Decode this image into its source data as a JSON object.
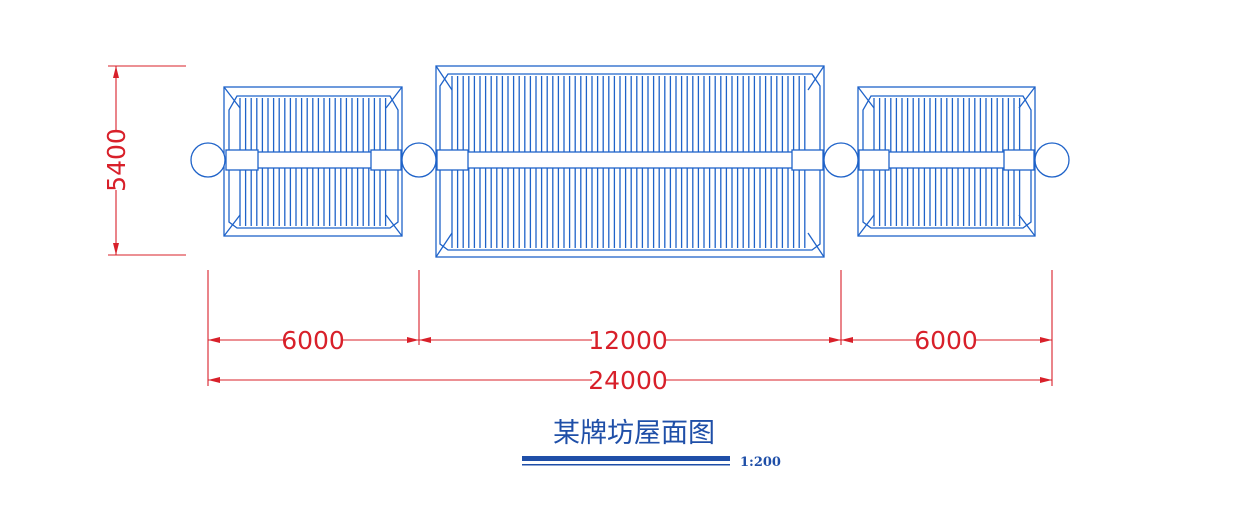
{
  "drawing": {
    "title": "某牌坊屋面图",
    "scale": "1:200",
    "colors": {
      "outline": "#1f63c9",
      "dimension": "#d8202a",
      "title": "#1f4fa8"
    }
  },
  "dimensions": {
    "height": "5400",
    "left_span": "6000",
    "center_span": "12000",
    "right_span": "6000",
    "total": "24000"
  }
}
